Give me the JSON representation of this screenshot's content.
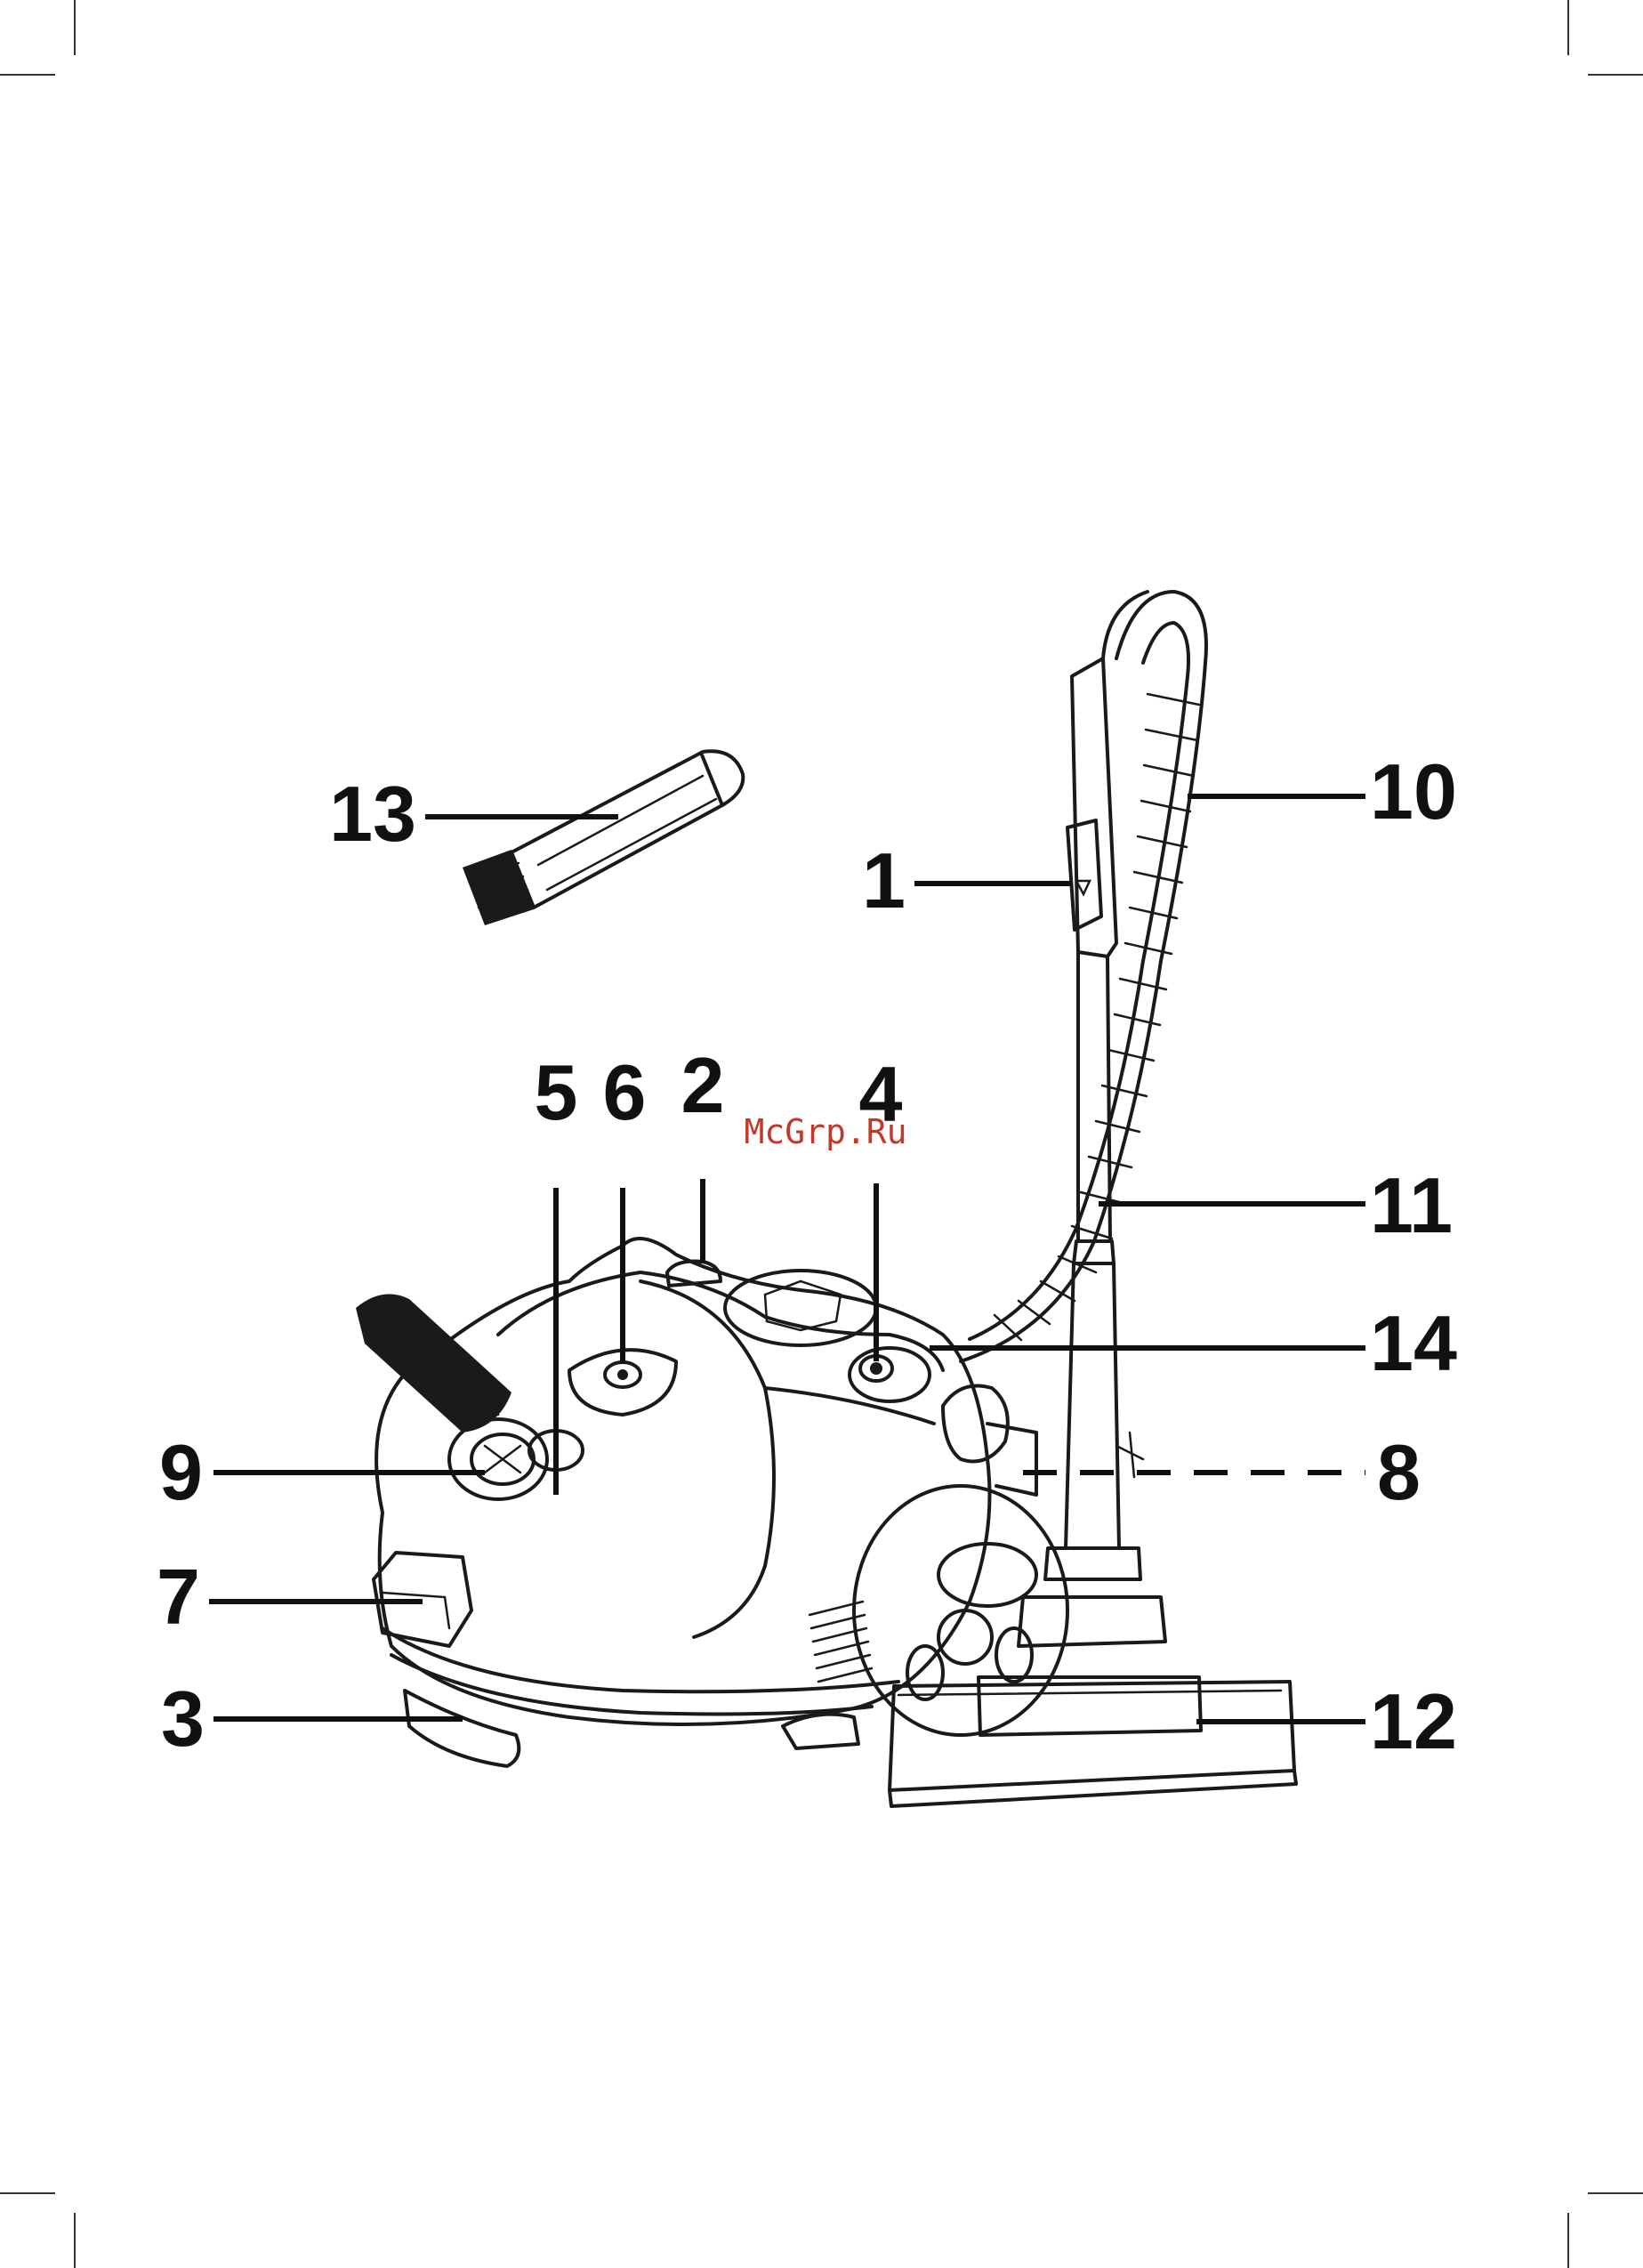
{
  "callouts": [
    {
      "id": "1",
      "label": "1"
    },
    {
      "id": "2",
      "label": "2"
    },
    {
      "id": "3",
      "label": "3"
    },
    {
      "id": "4",
      "label": "4"
    },
    {
      "id": "5",
      "label": "5"
    },
    {
      "id": "6",
      "label": "6"
    },
    {
      "id": "7",
      "label": "7"
    },
    {
      "id": "8",
      "label": "8"
    },
    {
      "id": "9",
      "label": "9"
    },
    {
      "id": "10",
      "label": "10"
    },
    {
      "id": "11",
      "label": "11"
    },
    {
      "id": "12",
      "label": "12"
    },
    {
      "id": "13",
      "label": "13"
    },
    {
      "id": "14",
      "label": "14"
    }
  ],
  "watermark": "McGrp.Ru",
  "colors": {
    "ink": "#1a1a1a",
    "watermark": "#c0392b",
    "background": "#ffffff"
  }
}
